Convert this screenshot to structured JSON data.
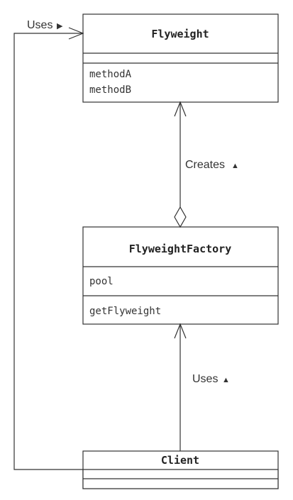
{
  "diagram": {
    "classes": {
      "flyweight": {
        "name": "Flyweight",
        "attributes": [],
        "methods": [
          "methodA",
          "methodB"
        ]
      },
      "factory": {
        "name": "FlyweightFactory",
        "attributes": [
          "pool"
        ],
        "methods": [
          "getFlyweight"
        ]
      },
      "client": {
        "name": "Client",
        "attributes": [],
        "methods": []
      }
    },
    "relations": {
      "client_uses_flyweight": {
        "label": "Uses",
        "marker": "▶"
      },
      "factory_creates_flyweight": {
        "label": "Creates",
        "marker": "▲"
      },
      "client_uses_factory": {
        "label": "Uses",
        "marker": "▲"
      }
    }
  }
}
